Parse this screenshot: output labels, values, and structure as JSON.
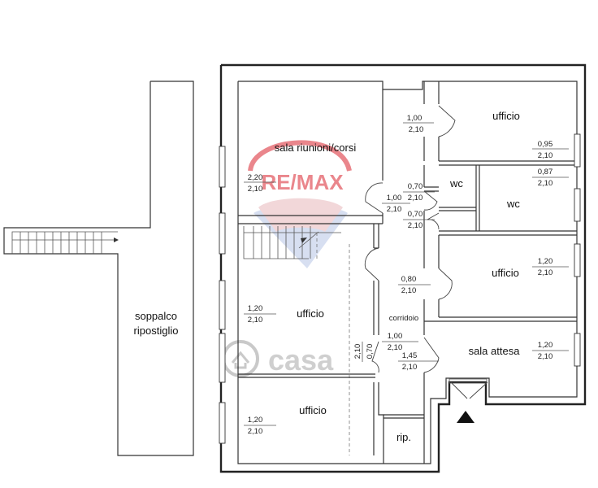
{
  "rooms": {
    "sala_riunioni": "sala riunioni/corsi",
    "ufficio_top_right": "ufficio",
    "wc_small": "wc",
    "wc_large": "wc",
    "ufficio_mid_right": "ufficio",
    "ufficio_left_mid": "ufficio",
    "corridoio": "corridoio",
    "sala_attesa": "sala attesa",
    "ufficio_left_bottom": "ufficio",
    "rip": "rip.",
    "soppalco_line1": "soppalco",
    "soppalco_line2": "ripostiglio"
  },
  "dimensions": {
    "d1": {
      "w": "1,00",
      "h": "2,10"
    },
    "d2": {
      "w": "0,95",
      "h": "2,10"
    },
    "d3": {
      "w": "2,20",
      "h": "2,10"
    },
    "d4": {
      "w": "0,70",
      "h": "2,10"
    },
    "d5": {
      "w": "0,87",
      "h": "2,10"
    },
    "d6": {
      "w": "1,00",
      "h": "2,10"
    },
    "d7": {
      "w": "0,70",
      "h": "2,10"
    },
    "d8": {
      "w": "1,20",
      "h": "2,10"
    },
    "d9": {
      "w": "0,80",
      "h": "2,10"
    },
    "d10": {
      "w": "1,20",
      "h": "2,10"
    },
    "d11": {
      "w": "1,00",
      "h": "2,10"
    },
    "d12": {
      "w": "1,20",
      "h": "2,10"
    },
    "d13": {
      "w": "1,45",
      "h": "2,10"
    },
    "d14": {
      "w": "0,70",
      "h": "2,10"
    },
    "d15": {
      "w": "1,20",
      "h": "2,10"
    }
  },
  "watermarks": {
    "remax": "RE/MAX",
    "casa": "casa"
  },
  "colors": {
    "remax_red": "#d9252f",
    "remax_blue": "#1f4fa0",
    "watermark_gray": "#c9c9c9"
  }
}
